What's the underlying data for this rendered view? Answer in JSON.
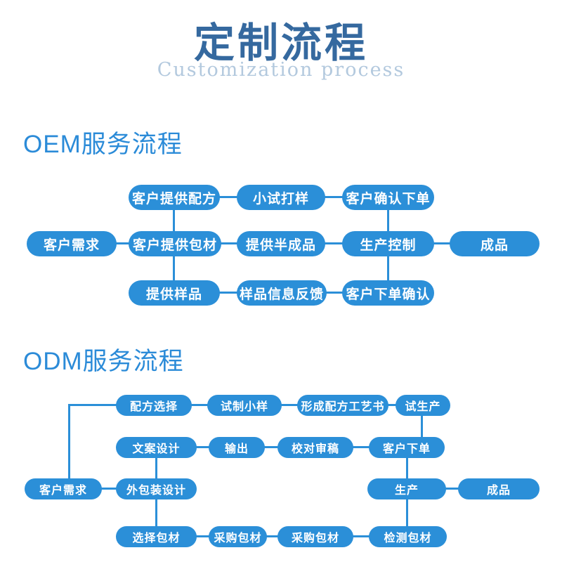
{
  "colors": {
    "pill_blue": "#2b8fd8",
    "title_blue": "#35699f",
    "subtitle_blue": "#b3c9de",
    "heading_blue": "#2b8bd8",
    "bg": "#ffffff"
  },
  "header": {
    "title": "定制流程",
    "subtitle": "Customization process"
  },
  "oem": {
    "heading": "OEM服务流程",
    "top_row": [
      "客户提供配方",
      "小试打样",
      "客户确认下单"
    ],
    "middle_row": [
      "客户需求",
      "客户提供包材",
      "提供半成品",
      "生产控制",
      "成品"
    ],
    "bottom_row": [
      "提供样品",
      "样品信息反馈",
      "客户下单确认"
    ]
  },
  "odm": {
    "heading": "ODM服务流程",
    "row1": [
      "配方选择",
      "试制小样",
      "形成配方工艺书",
      "试生产"
    ],
    "row2": [
      "文案设计",
      "输出",
      "校对审稿",
      "客户下单"
    ],
    "row3": [
      "客户需求",
      "外包装设计",
      "生产",
      "成品"
    ],
    "row4": [
      "选择包材",
      "采购包材",
      "采购包材",
      "检测包材"
    ]
  }
}
